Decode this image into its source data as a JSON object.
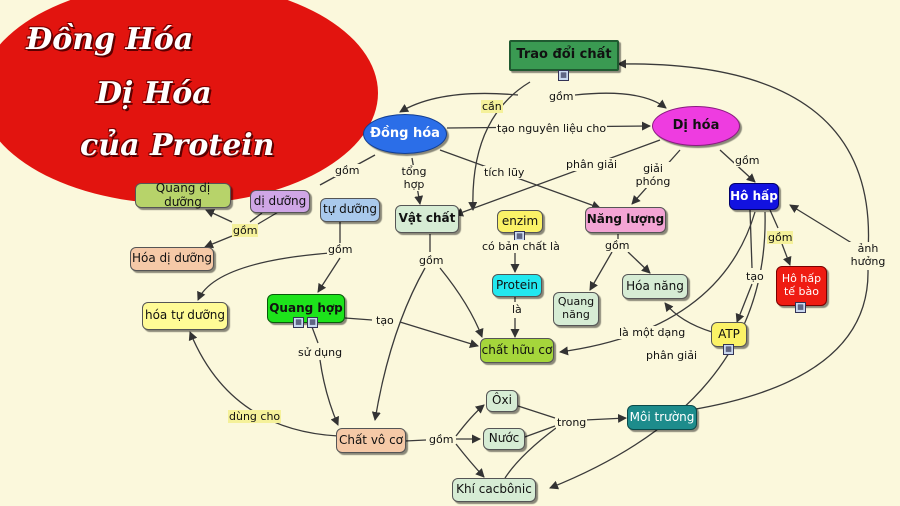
{
  "title": {
    "line1": "Đồng Hóa",
    "line2": "Dị Hóa",
    "line3": "của Protein"
  },
  "colors": {
    "background": "#fbf8dc",
    "title_red": "#e2140f",
    "blue_ellipse": "#2b6ee8",
    "magenta_ellipse": "#ee3ce0",
    "green_dark": "#2f8f4e",
    "yellow": "#fffb96"
  },
  "nodes": {
    "trao_doi_chat": "Trao đổi chất",
    "dong_hoa": "Đồng hóa",
    "di_hoa": "Dị hóa",
    "quang_di_duong": "Quang dị dưỡng",
    "di_duong": "dị dưỡng",
    "tu_duong": "tự dưỡng",
    "hoa_di_duong": "Hóa dị dưỡng",
    "vat_chat": "Vật chất",
    "enzim": "enzim",
    "nang_luong": "Năng lượng",
    "ho_hap": "Hô hấp",
    "ho_hap_te_bao": "Hô hấp tế bào",
    "hoa_tu_duong": "hóa tự dưỡng",
    "quang_hop": "Quang hợp",
    "protein": "Protein",
    "quang_nang": "Quang năng",
    "hoa_nang": "Hóa năng",
    "atp": "ATP",
    "chat_huu_co": "chất hữu cơ",
    "oxi": "Ôxi",
    "nuoc": "Nước",
    "moi_truong": "Môi trường",
    "chat_vo_co": "Chất vô cơ",
    "khi_cacbonic": "Khí cacbônic"
  },
  "links": {
    "gom_top": "gồm",
    "can": "cần",
    "tao_nguyen_lieu_cho": "tạo nguyên liệu cho",
    "gom_dong_hoa": "gồm",
    "tong_hop": "tổng hợp",
    "tich_luy": "tích lũy",
    "phan_giai_top": "phân giải",
    "giai_phong": "giải phóng",
    "gom_di_hoa": "gồm",
    "gom_di_duong": "gồm",
    "gom_tu_duong": "gồm",
    "gom_vat_chat": "gồm",
    "co_ban_chat_la": "có bản chất là",
    "gom_nang_luong": "gồm",
    "gom_ho_hap": "gồm",
    "tao_atp": "tạo",
    "anh_huong": "ảnh hưởng",
    "tao_quang_hop": "tạo",
    "la": "là",
    "la_mot_dang": "là một dạng",
    "su_dung": "sử dụng",
    "phan_giai_bottom": "phân giải",
    "dung_cho": "dùng cho",
    "gom_vo_co": "gồm",
    "trong": "trong"
  }
}
